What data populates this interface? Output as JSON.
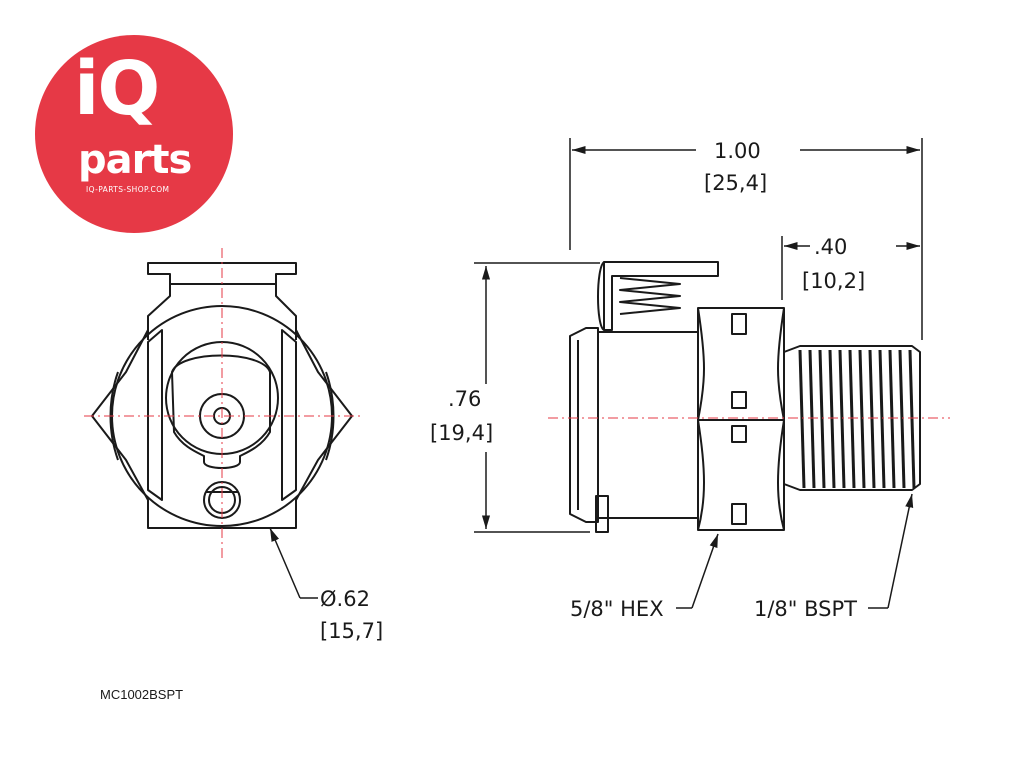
{
  "logo": {
    "line1": "iQ",
    "line2": "parts",
    "url": "IQ-PARTS-SHOP.COM",
    "brand_color": "#e63946"
  },
  "front_view": {
    "diameter_in": "Ø.62",
    "diameter_mm": "[15,7]"
  },
  "side_view": {
    "length_in": "1.00",
    "length_mm": "[25,4]",
    "thread_length_in": ".40",
    "thread_length_mm": "[10,2]",
    "height_in": ".76",
    "height_mm": "[19,4]",
    "hex_label": "5/8\" HEX",
    "thread_label": "1/8\" BSPT"
  },
  "part_number": "MC1002BSPT",
  "colors": {
    "line": "#1a1a1a",
    "centerline": "#e63946"
  }
}
